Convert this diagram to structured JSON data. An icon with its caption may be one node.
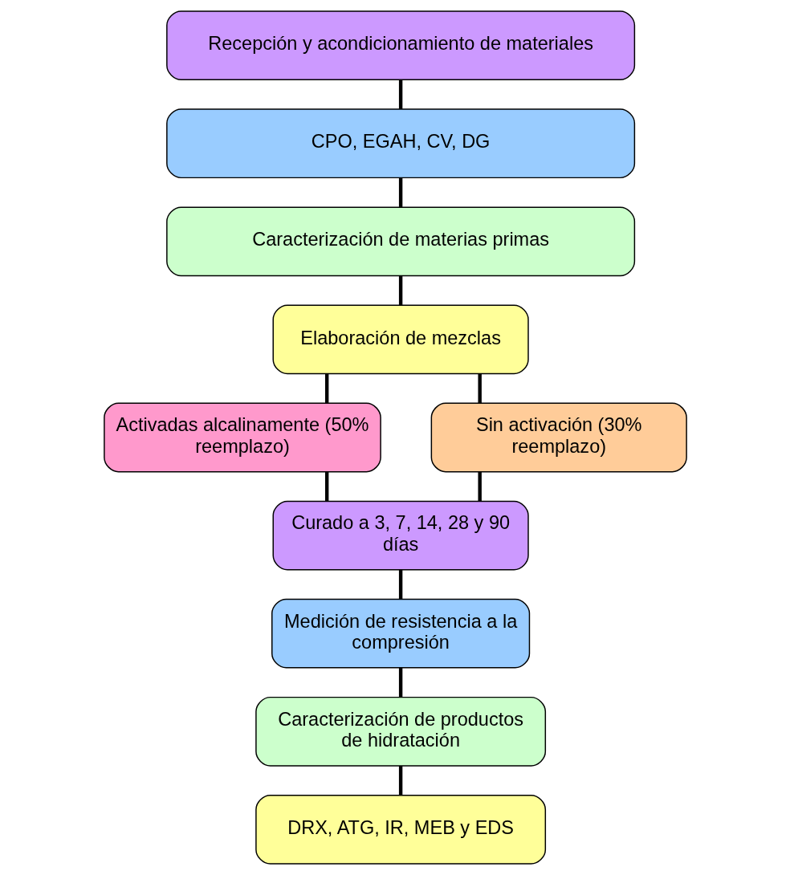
{
  "diagram": {
    "nodes": [
      {
        "text": [
          "Recepción y acondicionamiento de materiales"
        ]
      },
      {
        "text": [
          "CPO, EGAH, CV, DG"
        ]
      },
      {
        "text": [
          "Caracterización de materias primas"
        ]
      },
      {
        "text": [
          "Elaboración de mezclas"
        ]
      },
      {
        "text": [
          "Activadas alcalinamente (50% reemplazo)"
        ]
      },
      {
        "text": [
          "Sin activación (30% reemplazo)"
        ]
      },
      {
        "text": [
          "Curado a 3, 7, 14, 28 y 90 días"
        ]
      },
      {
        "text": [
          "Medición de resistencia a la compresión"
        ]
      },
      {
        "text": [
          "Caracterización de productos de hidratación"
        ]
      },
      {
        "text": [
          "DRX, ATG, IR, MEB y EDS"
        ]
      }
    ],
    "edges": [
      {
        "from": 0,
        "to": 1,
        "arrow": "none"
      },
      {
        "from": 1,
        "to": 2,
        "arrow": "none"
      },
      {
        "from": 2,
        "to": 3,
        "arrow": "none"
      },
      {
        "from": 3,
        "to": 4,
        "arrow": "none"
      },
      {
        "from": 3,
        "to": 5,
        "arrow": "none"
      },
      {
        "from": 4,
        "to": 6,
        "arrow": "none"
      },
      {
        "from": 5,
        "to": 6,
        "arrow": "none"
      },
      {
        "from": 6,
        "to": 7,
        "arrow": "none"
      },
      {
        "from": 7,
        "to": 8,
        "arrow": "none"
      },
      {
        "from": 8,
        "to": 9,
        "arrow": "none"
      }
    ]
  }
}
